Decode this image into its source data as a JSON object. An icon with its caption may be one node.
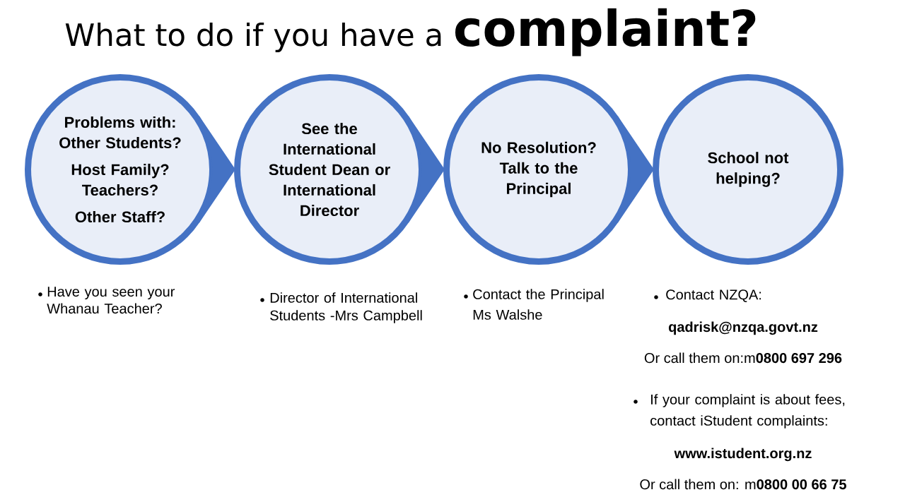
{
  "diagram": {
    "title": "What to do if you have a **complaint?**",
    "nodes": [
      {
        "text": [
          "Problems with: Other Students?",
          "Host Family? Teachers?",
          "Other Staff?"
        ],
        "beside": [
          "Have you seen your Whanau Teacher?"
        ]
      },
      {
        "text": [
          "See the International Student Dean or International Director"
        ],
        "beside": [
          "Director of International Students -Mrs Campbell"
        ]
      },
      {
        "text": [
          "No Resolution? Talk to the Principal"
        ],
        "beside": [
          "Contact the Principal Ms Walshe"
        ]
      },
      {
        "text": [
          "School not helping?"
        ],
        "beside": [
          "Contact NZQA:",
          "qadrisk@nzqa.govt.nz",
          "Or call them on:m**0800 697 296**",
          "If your complaint is about fees, contact iStudent complaints:",
          "www.istudent.org.nz",
          "Or call them on: m**0800 00 66 75**"
        ]
      }
    ],
    "edges": [
      {
        "from": 0,
        "to": 1,
        "arrow": "to"
      },
      {
        "from": 1,
        "to": 2,
        "arrow": "to"
      },
      {
        "from": 2,
        "to": 3,
        "arrow": "to"
      }
    ]
  }
}
